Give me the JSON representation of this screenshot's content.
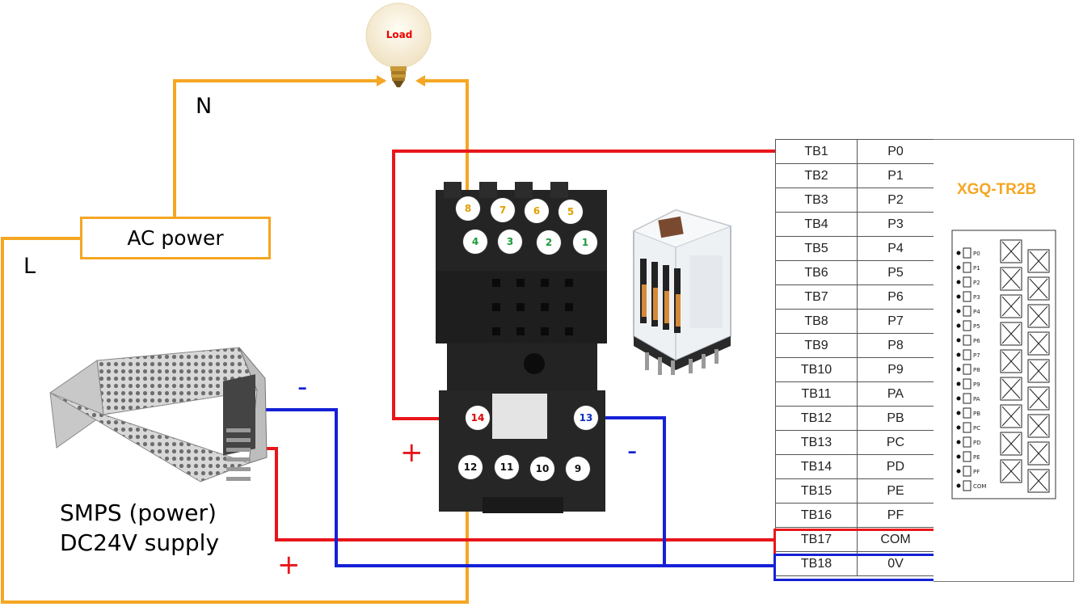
{
  "labels": {
    "load": "Load",
    "neutral": "N",
    "line": "L",
    "ac_power": "AC power",
    "smps_line1": "SMPS (power)",
    "smps_line2": "DC24V supply",
    "model": "XGQ-TR2B",
    "minus_smps": "-",
    "plus_smps": "+",
    "plus_relay": "+",
    "minus_relay": "-"
  },
  "relay_pins": {
    "top_row": [
      "8",
      "7",
      "6",
      "5"
    ],
    "second_row": [
      "4",
      "3",
      "2",
      "1"
    ],
    "coil_left": "14",
    "coil_right": "13",
    "bottom_row": [
      "12",
      "11",
      "10",
      "9"
    ]
  },
  "terminal_table": [
    {
      "tb": "TB1",
      "sig": "P0"
    },
    {
      "tb": "TB2",
      "sig": "P1"
    },
    {
      "tb": "TB3",
      "sig": "P2"
    },
    {
      "tb": "TB4",
      "sig": "P3"
    },
    {
      "tb": "TB5",
      "sig": "P4"
    },
    {
      "tb": "TB6",
      "sig": "P5"
    },
    {
      "tb": "TB7",
      "sig": "P6"
    },
    {
      "tb": "TB8",
      "sig": "P7"
    },
    {
      "tb": "TB9",
      "sig": "P8"
    },
    {
      "tb": "TB10",
      "sig": "P9"
    },
    {
      "tb": "TB11",
      "sig": "PA"
    },
    {
      "tb": "TB12",
      "sig": "PB"
    },
    {
      "tb": "TB13",
      "sig": "PC"
    },
    {
      "tb": "TB14",
      "sig": "PD"
    },
    {
      "tb": "TB15",
      "sig": "PE"
    },
    {
      "tb": "TB16",
      "sig": "PF"
    },
    {
      "tb": "TB17",
      "sig": "COM"
    },
    {
      "tb": "TB18",
      "sig": "0V"
    }
  ],
  "module_terminals": [
    "P0",
    "P1",
    "P2",
    "P3",
    "P4",
    "P5",
    "P6",
    "P7",
    "P8",
    "P9",
    "PA",
    "PB",
    "PC",
    "PD",
    "PE",
    "PF",
    "COM"
  ],
  "colors": {
    "ac_wire": "#f5a623",
    "positive_wire": "#e8161b",
    "negative_wire": "#1521d6",
    "pin_yellow": "#e0a000",
    "pin_green": "#1a9a3a",
    "pin_red": "#e00000",
    "pin_blue": "#1030c0",
    "pin_black": "#111111"
  }
}
